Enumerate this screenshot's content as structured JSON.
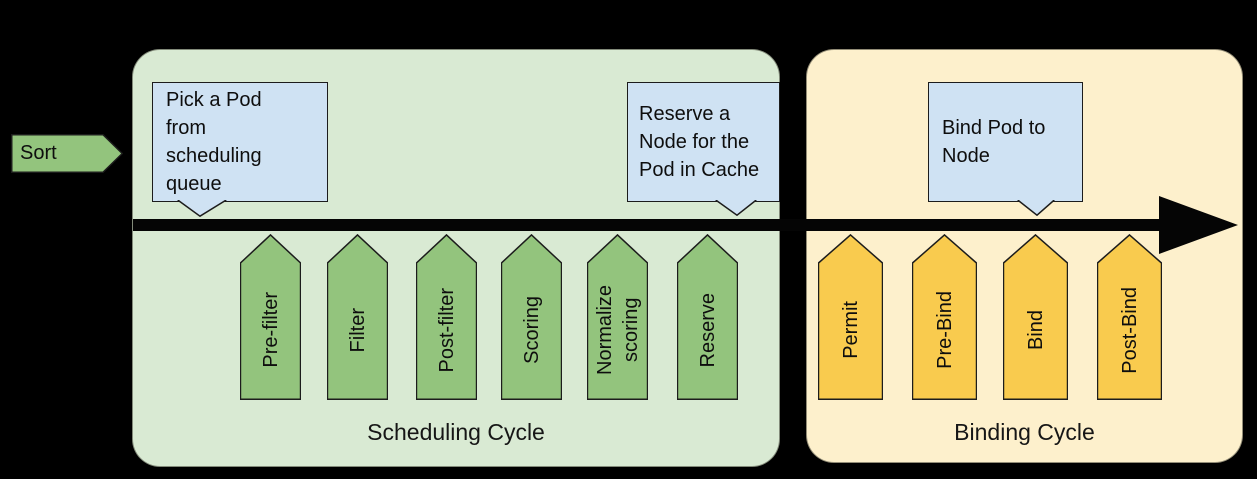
{
  "colors": {
    "background": "#000000",
    "scheduling_fill": "#d9ead3",
    "binding_fill": "#fdf0cc",
    "scheduling_arrow_fill": "#93c47d",
    "binding_arrow_fill": "#f9cb4e",
    "callout_fill": "#cfe2f3",
    "connector_color": "#050505",
    "text_color": "#111111"
  },
  "sort": {
    "label": "Sort"
  },
  "scheduling": {
    "label": "Scheduling Cycle",
    "callouts": {
      "pick_pod": "Pick a Pod from scheduling queue",
      "reserve_node": "Reserve a Node for the Pod in Cache"
    },
    "plugins": [
      "Pre-filter",
      "Filter",
      "Post-filter",
      "Scoring",
      "Normalize scoring",
      "Reserve"
    ]
  },
  "binding": {
    "label": "Binding Cycle",
    "callouts": {
      "bind_pod": "Bind Pod to Node"
    },
    "plugins": [
      "Permit",
      "Pre-Bind",
      "Bind",
      "Post-Bind"
    ]
  }
}
